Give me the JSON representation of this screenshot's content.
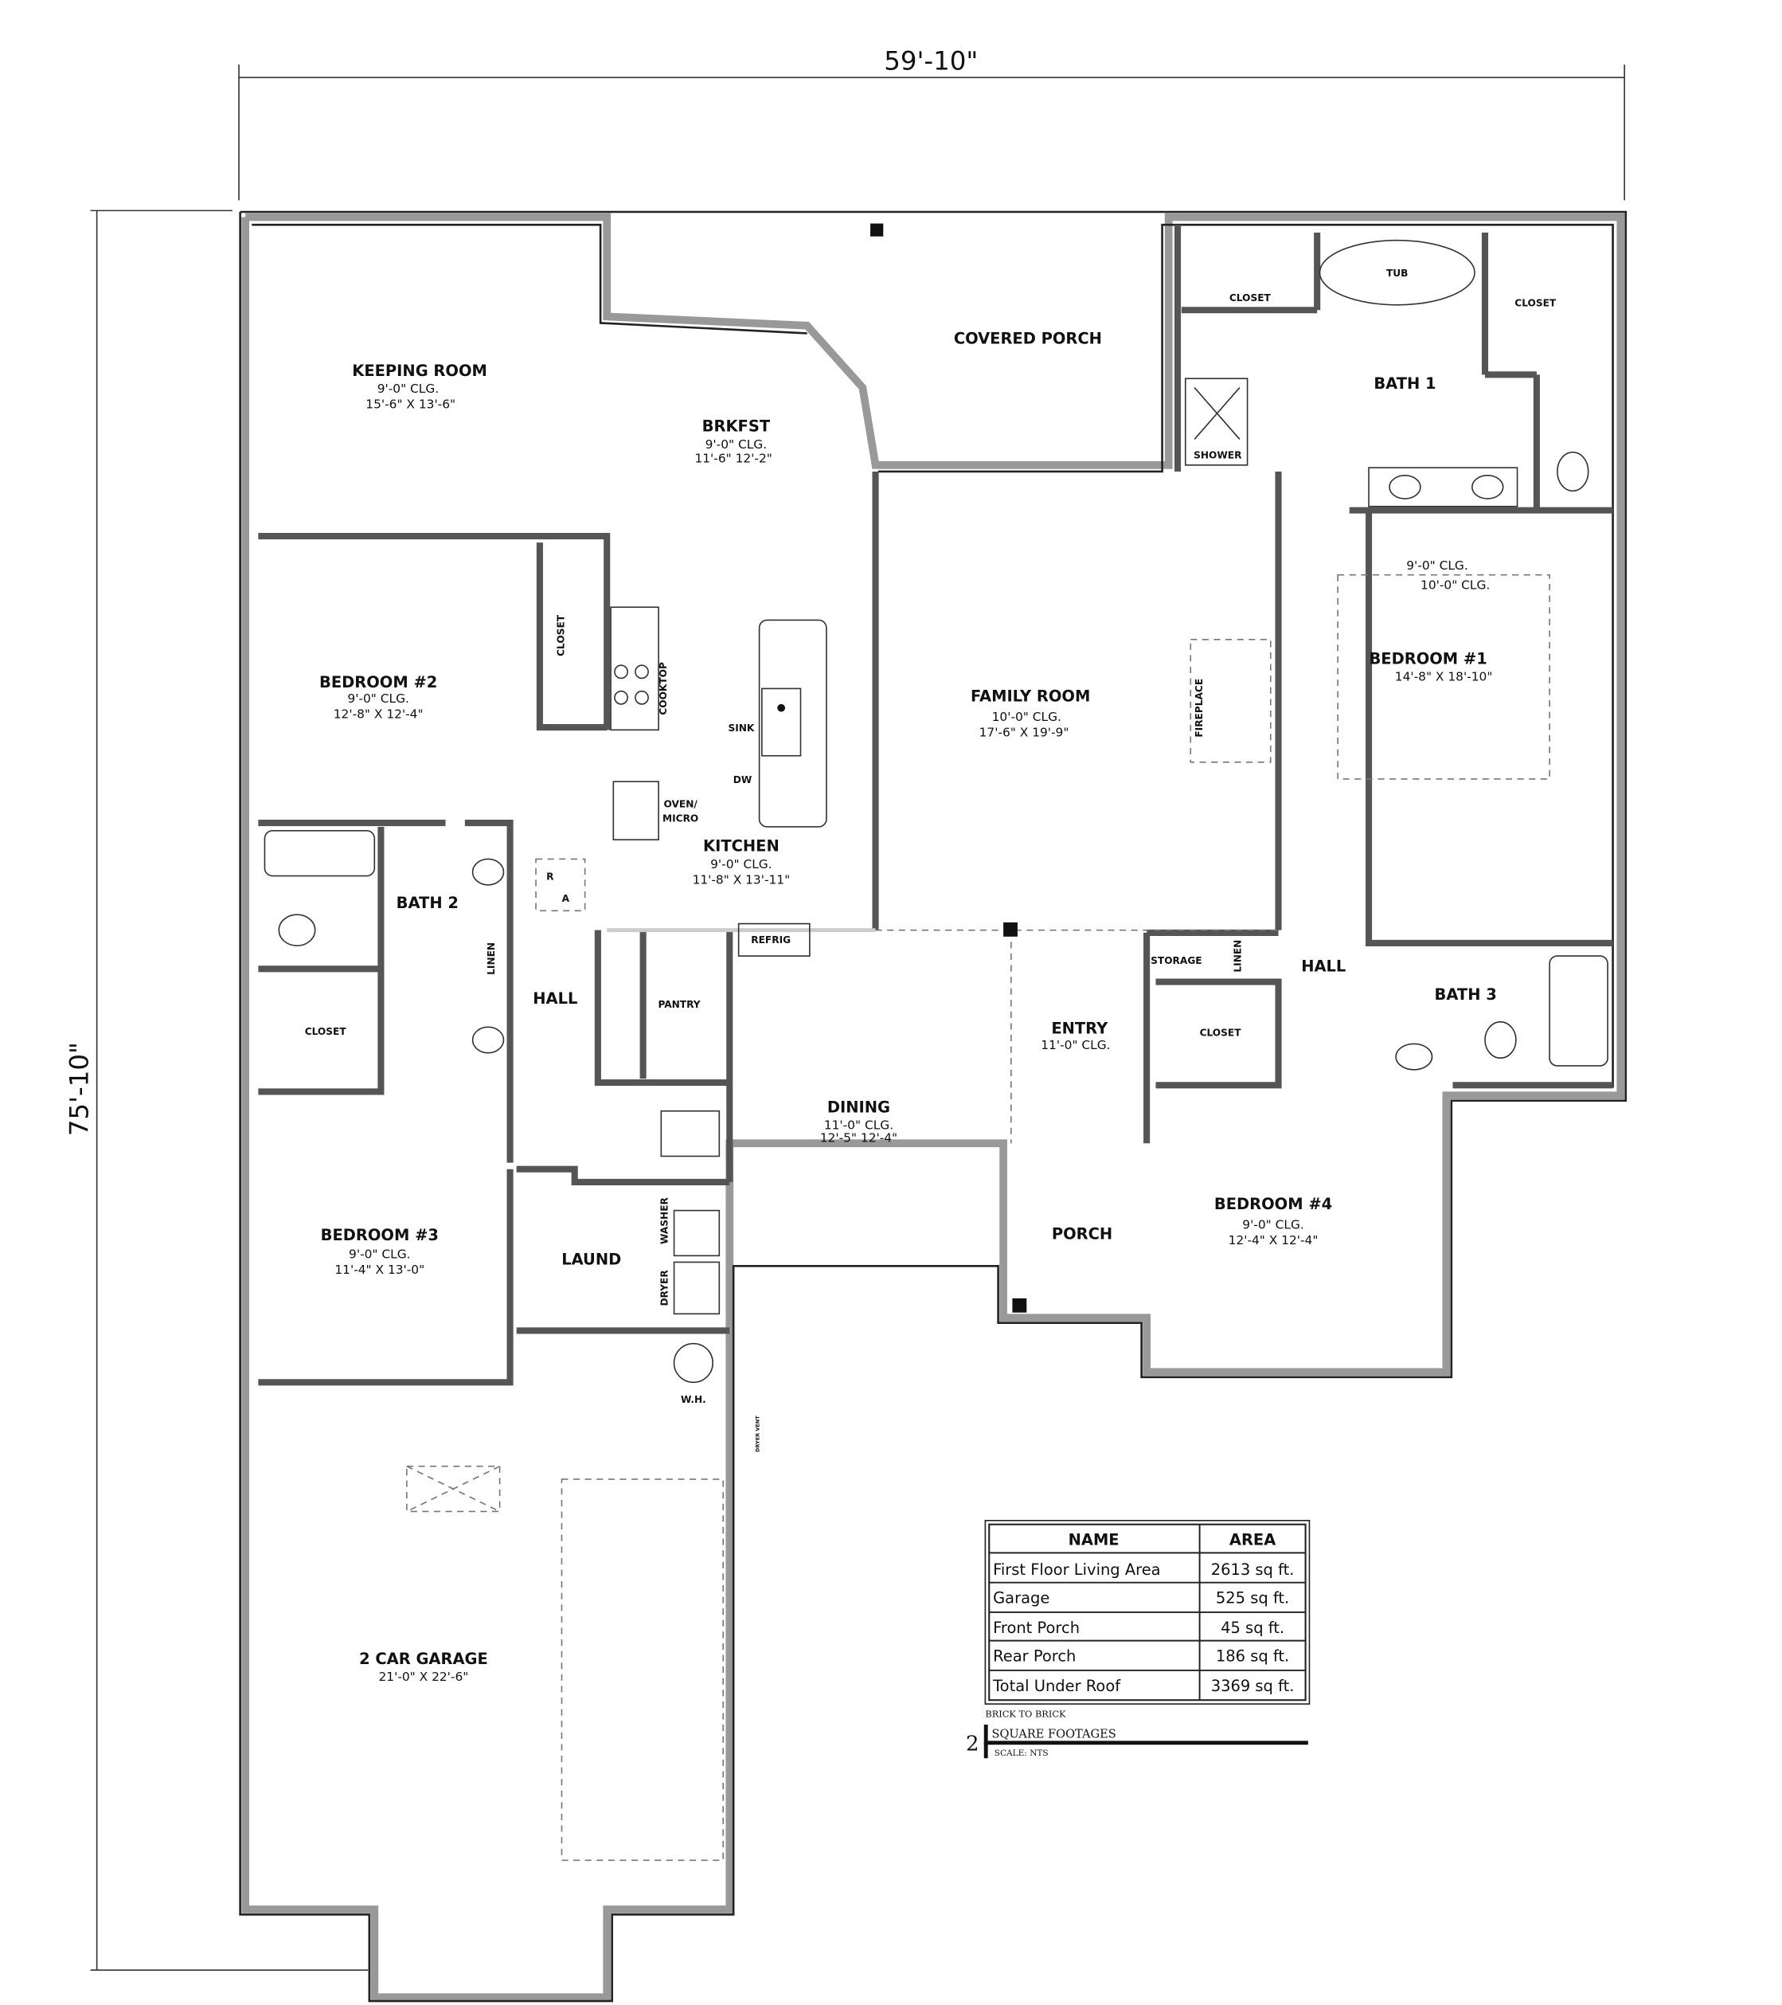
{
  "dimensions": {
    "width": "59'-10\"",
    "depth": "75'-10\""
  },
  "rooms": {
    "keeping": {
      "name": "KEEPING ROOM",
      "clg": "9'-0\" CLG.",
      "size": "15'-6\" X 13'-6\""
    },
    "brkfst": {
      "name": "BRKFST",
      "clg": "9'-0\" CLG.",
      "size": "11'-6\" 12'-2\""
    },
    "covered_porch": {
      "name": "COVERED PORCH"
    },
    "bath1": {
      "name": "BATH 1"
    },
    "bedroom1": {
      "clg1": "9'-0\" CLG.",
      "clg2": "10'-0\" CLG.",
      "name": "BEDROOM #1",
      "size": "14'-8\" X 18'-10\""
    },
    "bedroom2": {
      "name": "BEDROOM #2",
      "clg": "9'-0\" CLG.",
      "size": "12'-8\" X 12'-4\""
    },
    "family": {
      "name": "FAMILY ROOM",
      "clg": "10'-0\" CLG.",
      "size": "17'-6\" X 19'-9\""
    },
    "kitchen": {
      "name": "KITCHEN",
      "clg": "9'-0\" CLG.",
      "size": "11'-8\" X 13'-11\""
    },
    "bath2": {
      "name": "BATH 2"
    },
    "hall_left": {
      "name": "HALL"
    },
    "hall_right": {
      "name": "HALL"
    },
    "bath3": {
      "name": "BATH 3"
    },
    "entry": {
      "name": "ENTRY",
      "clg": "11'-0\" CLG."
    },
    "dining": {
      "name": "DINING",
      "clg": "11'-0\" CLG.",
      "size": "12'-5\" 12'-4\""
    },
    "bedroom4": {
      "name": "BEDROOM #4",
      "clg": "9'-0\" CLG.",
      "size": "12'-4\" X 12'-4\""
    },
    "bedroom3": {
      "name": "BEDROOM #3",
      "clg": "9'-0\" CLG.",
      "size": "11'-4\" X 13'-0\""
    },
    "porch": {
      "name": "PORCH"
    },
    "laund": {
      "name": "LAUND"
    },
    "garage": {
      "name": "2 CAR GARAGE",
      "size": "21'-0\" X 22'-6\""
    }
  },
  "fixtures": {
    "closet": "CLOSET",
    "tub": "TUB",
    "shower": "SHOWER",
    "cooktop": "COOKTOP",
    "fireplace": "FIREPLACE",
    "sink": "SINK",
    "dw": "DW",
    "oven1": "OVEN/",
    "oven2": "MICRO",
    "r": "R",
    "a": "A",
    "linen": "LINEN",
    "refrig": "REFRIG",
    "storage": "STORAGE",
    "pantry": "PANTRY",
    "washer": "WASHER",
    "dryer": "DRYER",
    "wh": "W.H.",
    "dryer_vent": "DRYER VENT"
  },
  "area_table": {
    "headers": [
      "NAME",
      "AREA"
    ],
    "rows": [
      [
        "First Floor Living Area",
        "2613 sq ft."
      ],
      [
        "Garage",
        "525 sq ft."
      ],
      [
        "Front Porch",
        "45 sq ft."
      ],
      [
        "Rear Porch",
        "186 sq ft."
      ],
      [
        "Total Under Roof",
        "3369 sq ft."
      ]
    ],
    "note": "BRICK TO BRICK"
  },
  "drawing_title": {
    "number": "2",
    "title": "SQUARE FOOTAGES",
    "scale": "SCALE: NTS"
  }
}
